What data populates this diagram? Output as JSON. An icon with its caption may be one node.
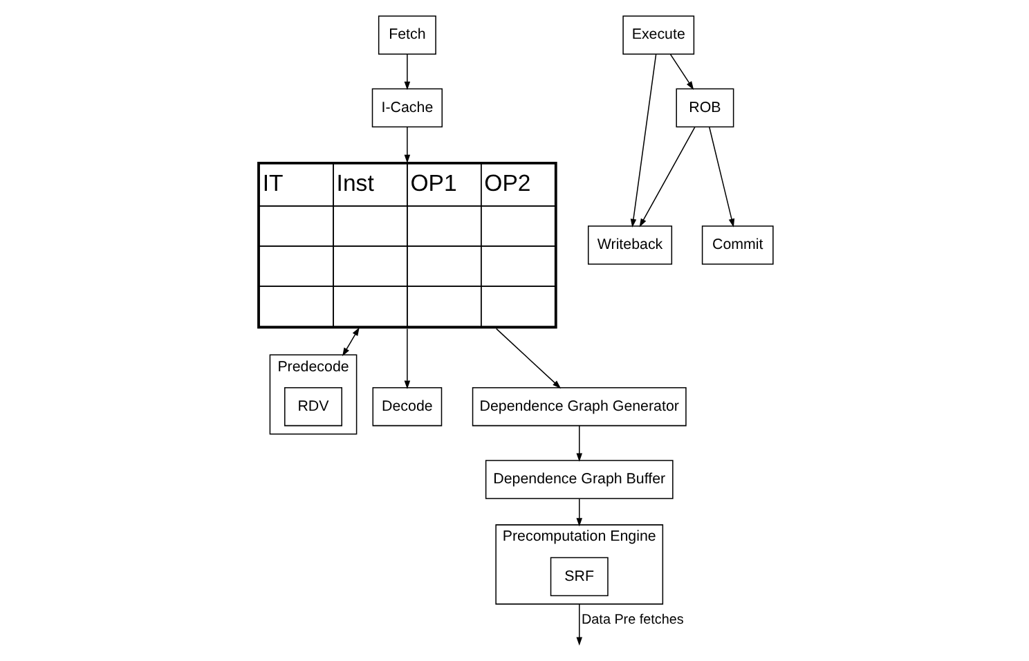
{
  "diagram": {
    "nodes": [
      {
        "text": [
          "Fetch"
        ]
      },
      {
        "text": [
          "Predecode"
        ]
      },
      {
        "text": [
          "RDV"
        ],
        "in": 1
      },
      {
        "text": [
          "Decode"
        ]
      },
      {
        "text": [
          "Execute"
        ]
      },
      {
        "text": [
          "Writeback"
        ]
      },
      {
        "text": [
          "Commit"
        ]
      },
      {
        "text": [
          "I-Cache"
        ]
      },
      {
        "text": [
          "ROB"
        ]
      },
      {
        "text": [
          "IT",
          "Inst",
          "OP1",
          "OP2"
        ]
      },
      {
        "text": [
          "Dependence Graph Generator"
        ]
      },
      {
        "text": [
          "Dependence Graph Buffer"
        ]
      },
      {
        "text": [
          "Precomputation Engine"
        ]
      },
      {
        "text": [
          "SRF"
        ],
        "in": 12
      }
    ],
    "edges": [
      {
        "from": 0,
        "to": 7,
        "arrow": "to"
      },
      {
        "from": 7,
        "to": 9,
        "arrow": "to"
      },
      {
        "from": 9,
        "to": 1,
        "arrow": "both"
      },
      {
        "from": 9,
        "to": 3,
        "arrow": "to"
      },
      {
        "from": 4,
        "to": 5,
        "arrow": "to"
      },
      {
        "from": 4,
        "to": 8,
        "arrow": "to"
      },
      {
        "from": 8,
        "to": 5,
        "arrow": "to"
      },
      {
        "from": 8,
        "to": 6,
        "arrow": "to"
      },
      {
        "from": 9,
        "to": 10,
        "arrow": "to"
      },
      {
        "from": 10,
        "to": 11,
        "arrow": "to"
      },
      {
        "from": 11,
        "to": 12,
        "arrow": "to"
      },
      {
        "from": 12,
        "to": null,
        "arrow": "to",
        "label": "Data Pre fetches"
      }
    ]
  }
}
